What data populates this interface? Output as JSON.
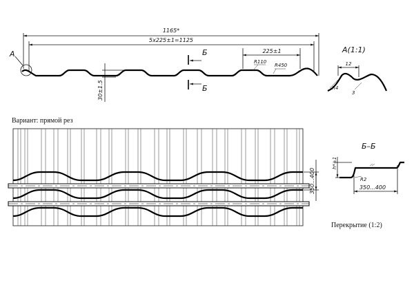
{
  "drawing": {
    "dims": {
      "total_width": "1165*",
      "pitch_total": "5x225±1=1125",
      "pitch": "225±1",
      "height": "30±1.5",
      "r_small": "R110",
      "r_large": "R450"
    },
    "labels": {
      "detail_mark": "A",
      "section_mark_top": "Б",
      "section_mark_bottom": "Б",
      "detail_title": "A(1:1)",
      "section_title": "Б–Б",
      "variant": "Вариант: прямой рез",
      "overlap": "Перекрытие (1:2)"
    },
    "detail": {
      "width": "12",
      "radius": "R4",
      "depth": "3"
    },
    "section": {
      "height": "h*±1",
      "radius": "R2",
      "step": "350...400"
    },
    "plan": {
      "overlap_dim": "350...400"
    }
  }
}
